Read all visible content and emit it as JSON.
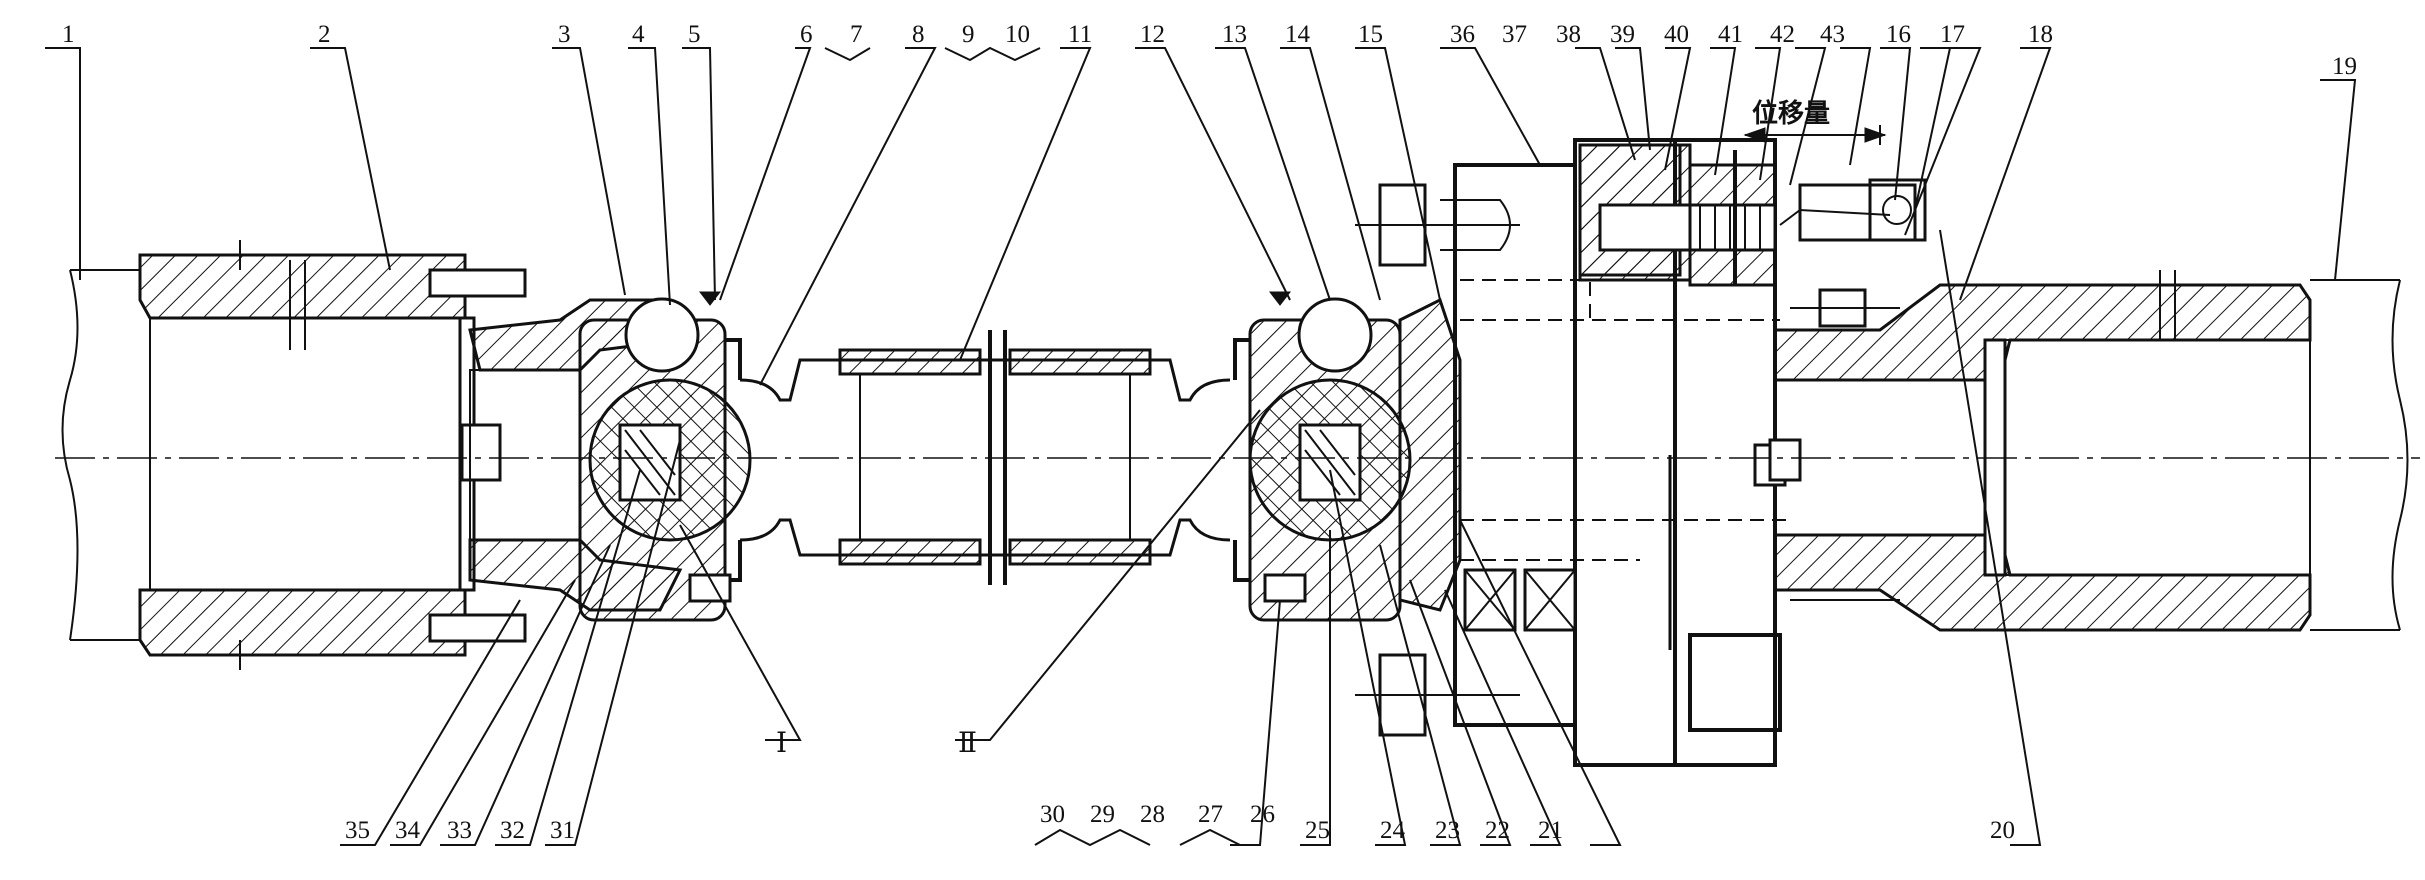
{
  "drawing": {
    "displacement_label": "位移量",
    "roman_labels": [
      "Ⅰ",
      "Ⅱ"
    ],
    "callouts_top": [
      "1",
      "2",
      "3",
      "4",
      "5",
      "6",
      "7",
      "8",
      "9",
      "10",
      "11",
      "12",
      "13",
      "14",
      "15",
      "36",
      "37",
      "38",
      "39",
      "40",
      "41",
      "42",
      "43",
      "16",
      "17",
      "18",
      "19"
    ],
    "callouts_bottom": [
      "35",
      "34",
      "33",
      "32",
      "31",
      "30",
      "29",
      "28",
      "27",
      "26",
      "25",
      "24",
      "23",
      "22",
      "21",
      "20"
    ]
  }
}
